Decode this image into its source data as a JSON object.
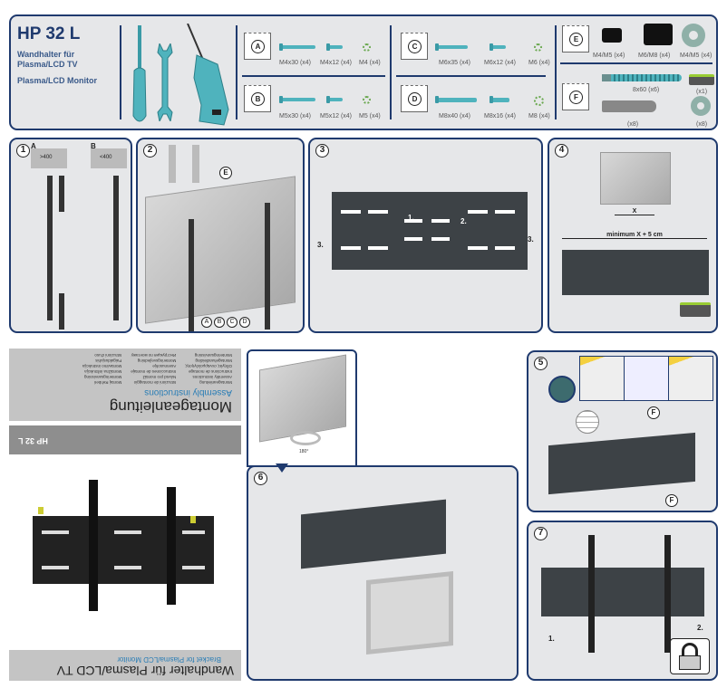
{
  "header": {
    "model": "HP 32 L",
    "subtitle_line1": "Wandhalter für",
    "subtitle_line2": "Plasma/LCD TV",
    "subtitle_line3": "Plasma/LCD Monitor",
    "tools": [
      "screwdriver-icon",
      "wrench-icon",
      "drill-icon"
    ]
  },
  "parts": {
    "A": {
      "letter": "A",
      "items": [
        "M4x30 (x4)",
        "M4x12 (x4)",
        "M4 (x4)"
      ]
    },
    "B": {
      "letter": "B",
      "items": [
        "M5x30 (x4)",
        "M5x12 (x4)",
        "M5 (x4)"
      ]
    },
    "C": {
      "letter": "C",
      "items": [
        "M6x35 (x4)",
        "M6x12 (x4)",
        "M6 (x4)"
      ]
    },
    "D": {
      "letter": "D",
      "items": [
        "M8x40 (x4)",
        "M8x16 (x4)",
        "M8 (x4)"
      ]
    },
    "E": {
      "letter": "E",
      "items": [
        "M4/M5 (x4)",
        "M6/M8 (x4)",
        "M4/M5 (x4)"
      ]
    },
    "F": {
      "letter": "F",
      "items": [
        "8x60 (x6)",
        "(x1)",
        "(x8)",
        "(x8)"
      ]
    }
  },
  "steps": {
    "s1": {
      "num": "1",
      "a": "A",
      "b": "B",
      "a_dim": ">400",
      "b_dim": "<400"
    },
    "s2": {
      "num": "2",
      "callout": "E",
      "labels": [
        "A",
        "B",
        "C",
        "D"
      ]
    },
    "s3": {
      "num": "3",
      "l1": "1.",
      "l2": "2.",
      "l3a": "3.",
      "l3b": "3."
    },
    "s4": {
      "num": "4",
      "x": "X",
      "min": "minimum X + 5 cm"
    },
    "s5": {
      "num": "5",
      "callout_top": "F",
      "callout_bottom": "F"
    },
    "s6": {
      "num": "6",
      "rotate": "180°"
    },
    "s7": {
      "num": "7",
      "l1": "1.",
      "l2": "2."
    }
  },
  "cover": {
    "title": "Montageanleitung",
    "subtitle": "Assembly instructions",
    "languages": [
      [
        "Montageanleitung",
        "Assembly instructions",
        "Instructions de montage",
        "Οδηγίες συναρμολόγησης",
        "Montagehandleiding",
        "Monteringsanvisning"
      ],
      [
        "Istruzioni de montaggio",
        "Návod pro montáž",
        "Instrucciones de montaje",
        "Asennusohje",
        "Monteringsvejledning",
        "Инструкция по монтажу"
      ],
      [
        "Montaj Rehberi",
        "Monteringsanvisning",
        "Montážna inštrukcija",
        "Montavimo instrukcija",
        "Paigaldusjuhis",
        "Istruzioni d'uso"
      ]
    ],
    "model": "HP 32 L",
    "bottom_title": "Wandhalter für Plasma/LCD TV",
    "bottom_subtitle": "Bracket for Plasma/LCD Monitor"
  },
  "colors": {
    "navy": "#1f3a6e",
    "panel": "#e6e7e9",
    "teal": "#4fb3bd",
    "blue_text": "#2a7db5"
  }
}
